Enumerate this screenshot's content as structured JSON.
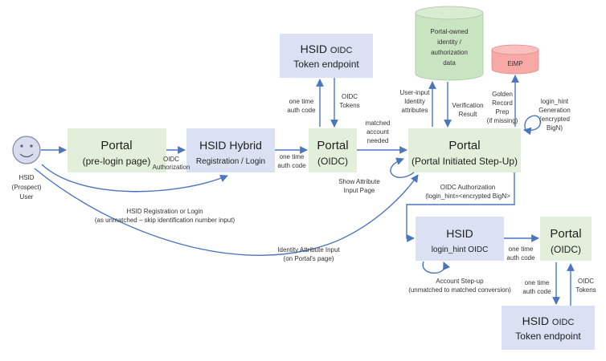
{
  "colors": {
    "portal_box": "#e2efda",
    "hsid_box": "#d9e1f2",
    "arrow": "#4a76c0",
    "store_green": "#c9e4c0",
    "store_red": "#f8a9a6"
  },
  "actor": {
    "icon": "smiley-user-icon",
    "label_line1": "HSID",
    "label_line2": "(Prospect)",
    "label_line3": "User"
  },
  "boxes": {
    "portal_prelogin": {
      "title": "Portal",
      "subtitle": "(pre-login page)"
    },
    "hsid_hybrid": {
      "title": "HSID Hybrid",
      "subtitle": "Registration / Login"
    },
    "hsid_token_top": {
      "title_a": "HSID ",
      "title_b": "OIDC",
      "subtitle": "Token endpoint"
    },
    "portal_oidc_1": {
      "title": "Portal",
      "subtitle": "(OIDC)"
    },
    "portal_stepup": {
      "title": "Portal",
      "subtitle": "(Portal Initiated Step-Up)"
    },
    "hsid_loginhint": {
      "title": "HSID",
      "subtitle": "login_hint OIDC"
    },
    "portal_oidc_2": {
      "title": "Portal",
      "subtitle": "(OIDC)"
    },
    "hsid_token_bottom": {
      "title_a": "HSID ",
      "title_b": "OIDC",
      "subtitle": "Token endpoint"
    }
  },
  "stores": {
    "portal_owned": {
      "line1": "Portal-owned",
      "line2": "identity /",
      "line3": "authorization",
      "line4": "data"
    },
    "eimp": {
      "label": "EiMP"
    }
  },
  "labels": {
    "oidc_authorization": {
      "l1": "OIDC",
      "l2": "Authorization"
    },
    "one_time_auth_code_1": {
      "l1": "one time",
      "l2": "auth code"
    },
    "one_time_auth_code_top": {
      "l1": "one time",
      "l2": "auth code"
    },
    "oidc_tokens_top": {
      "l1": "OIDC",
      "l2": "Tokens"
    },
    "matched_account": {
      "l1": "matched",
      "l2": "account",
      "l3": "needed"
    },
    "show_attribute": {
      "l1": "Show Attribute",
      "l2": "Input Page"
    },
    "user_input_identity": {
      "l1": "User-input",
      "l2": "Identity",
      "l3": "attributes"
    },
    "verification_result": {
      "l1": "Verification",
      "l2": "Result"
    },
    "golden_record": {
      "l1": "Golden",
      "l2": "Record",
      "l3": "Prep",
      "l4": "(if missing)"
    },
    "login_hint_gen": {
      "l1": "login_hint",
      "l2": "Generation",
      "l3": "(encrypted",
      "l4": "BigN)"
    },
    "hsid_registration": {
      "l1": "HSID Registration or Login",
      "l2": "(as unmatched – skip identification number input)"
    },
    "identity_attribute_input": {
      "l1": "Identity Attribute Input",
      "l2": "(on Portal's page)"
    },
    "oidc_auth_loginhint": {
      "l1": "OIDC Authorization",
      "l2": "(login_hint=<encrypted BigN>"
    },
    "one_time_auth_code_2": {
      "l1": "one time",
      "l2": "auth code"
    },
    "account_stepup": {
      "l1": "Account Step-up",
      "l2": "(unmatched to matched conversion)"
    },
    "one_time_auth_code_3": {
      "l1": "one time",
      "l2": "auth code"
    },
    "oidc_tokens_bottom": {
      "l1": "OIDC",
      "l2": "Tokens"
    }
  }
}
